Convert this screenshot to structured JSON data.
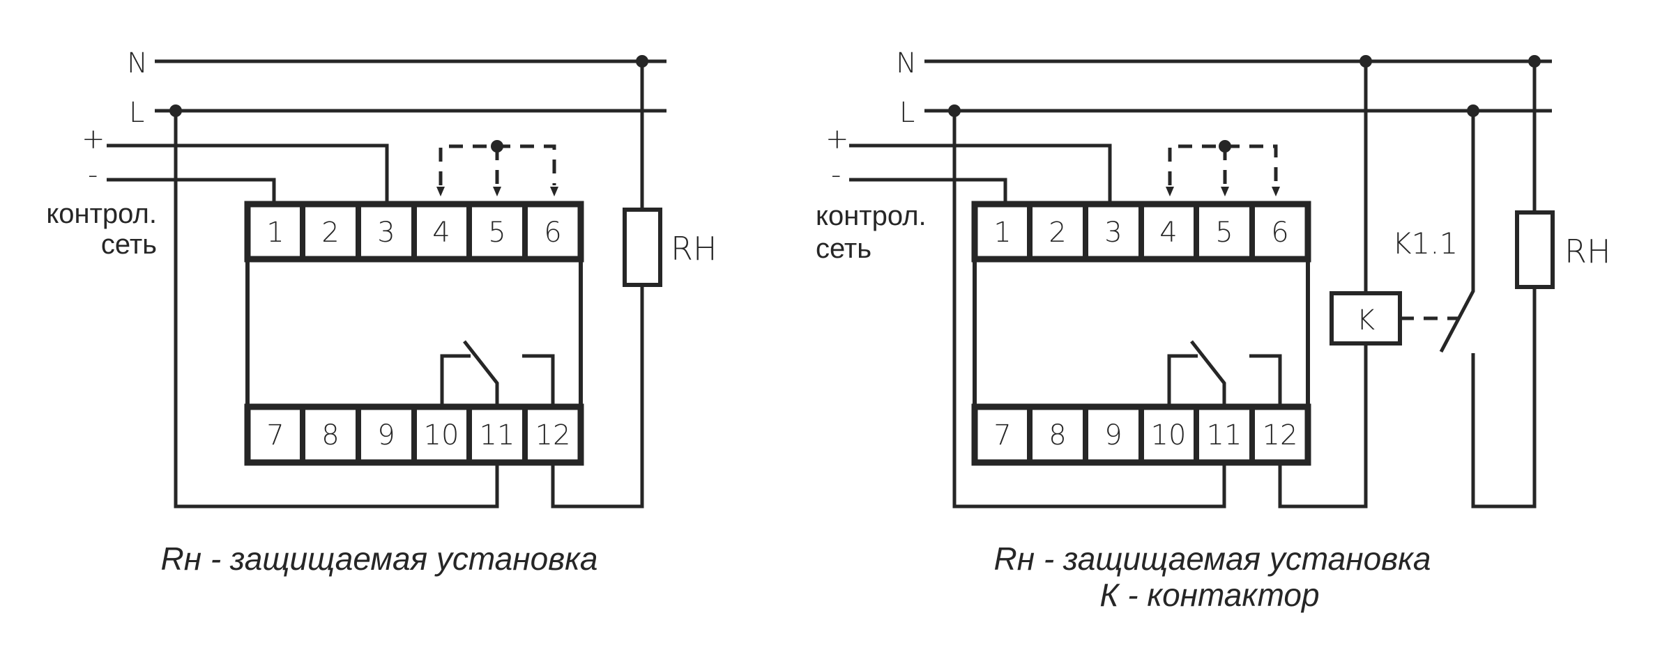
{
  "diagrams": [
    {
      "id": "direct",
      "bus_labels": {
        "neutral": "N",
        "line": "L"
      },
      "control_labels": {
        "plus": "+",
        "minus": "-",
        "network_line1": "контрол.",
        "network_line2": "сеть"
      },
      "terminals_top": [
        "1",
        "2",
        "3",
        "4",
        "5",
        "6"
      ],
      "terminals_bottom": [
        "7",
        "8",
        "9",
        "10",
        "11",
        "12"
      ],
      "load_label": "RН",
      "caption": [
        "Rн - защищаемая установка"
      ]
    },
    {
      "id": "contactor",
      "bus_labels": {
        "neutral": "N",
        "line": "L"
      },
      "control_labels": {
        "plus": "+",
        "minus": "-",
        "network_line1": "контрол.",
        "network_line2": "сеть"
      },
      "terminals_top": [
        "1",
        "2",
        "3",
        "4",
        "5",
        "6"
      ],
      "terminals_bottom": [
        "7",
        "8",
        "9",
        "10",
        "11",
        "12"
      ],
      "load_label": "RН",
      "contactor_coil_label": "K",
      "contactor_contact_label": "K1.1",
      "caption": [
        "Rн - защищаемая установка",
        "К - контактор"
      ]
    }
  ]
}
